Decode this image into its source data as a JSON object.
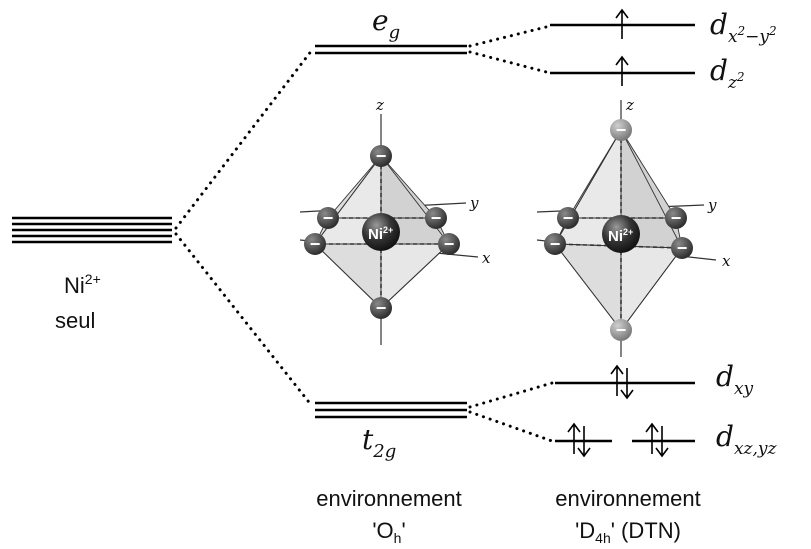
{
  "free_ion": {
    "label": "Ni",
    "charge": "2+",
    "sublabel": "seul"
  },
  "oh": {
    "eg_label": {
      "main": "e",
      "sub": "g"
    },
    "t2g_label": {
      "main": "t",
      "sub": "2g"
    },
    "caption_line1": "environnement",
    "caption_line2": {
      "pre": "'O",
      "sub": "h",
      "post": "'"
    }
  },
  "d4h": {
    "caption_line1": "environnement",
    "caption_line2": {
      "pre": "'D",
      "sub": "4h",
      "post": "' (DTN)"
    },
    "orbitals": {
      "dx2y2": {
        "main": "d",
        "sub": "x",
        "sup": "2",
        "mid": "−y",
        "sup2": "2"
      },
      "dz2": {
        "main": "d",
        "sub": "z",
        "sup": "2"
      },
      "dxy": {
        "main": "d",
        "sub": "xy"
      },
      "dxzyz": {
        "main": "d",
        "sub": "xz,yz"
      }
    }
  },
  "molecule": {
    "center_label": "Ni",
    "center_charge": "2+",
    "ligand_sign": "−",
    "axes": {
      "z": "z",
      "y": "y",
      "x": "x"
    }
  },
  "colors": {
    "ligand_dark": "#3f3f3f",
    "ligand_light": "#9a9a9a",
    "center": "#2a2a2a",
    "face_light": "#ececec",
    "face_dark": "#cfcfcf"
  }
}
